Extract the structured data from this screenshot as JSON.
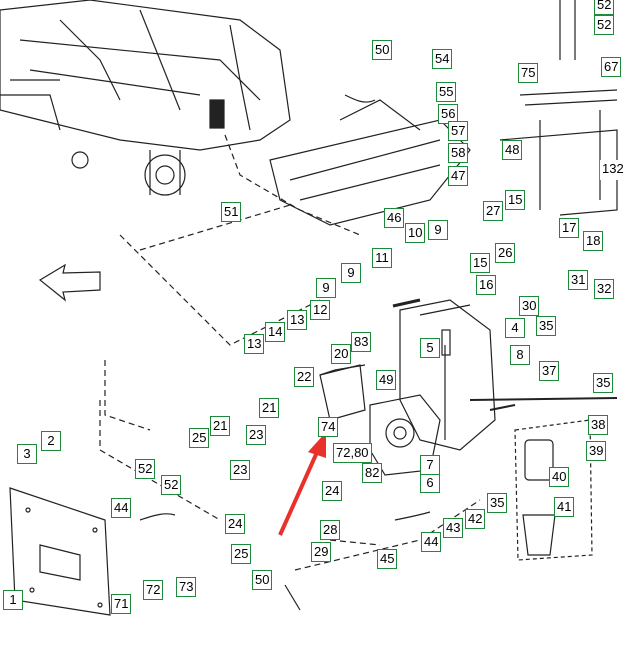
{
  "callouts": [
    {
      "n": "1"
    },
    {
      "n": "2"
    },
    {
      "n": "3"
    },
    {
      "n": "4"
    },
    {
      "n": "5"
    },
    {
      "n": "6"
    },
    {
      "n": "7"
    },
    {
      "n": "8"
    },
    {
      "n": "9"
    },
    {
      "n": "9"
    },
    {
      "n": "9"
    },
    {
      "n": "10"
    },
    {
      "n": "11"
    },
    {
      "n": "12"
    },
    {
      "n": "13"
    },
    {
      "n": "13"
    },
    {
      "n": "14"
    },
    {
      "n": "15"
    },
    {
      "n": "15"
    },
    {
      "n": "16"
    },
    {
      "n": "17"
    },
    {
      "n": "18"
    },
    {
      "n": "20"
    },
    {
      "n": "21"
    },
    {
      "n": "21"
    },
    {
      "n": "22"
    },
    {
      "n": "23"
    },
    {
      "n": "23"
    },
    {
      "n": "24"
    },
    {
      "n": "24"
    },
    {
      "n": "25"
    },
    {
      "n": "25"
    },
    {
      "n": "26"
    },
    {
      "n": "27"
    },
    {
      "n": "28"
    },
    {
      "n": "29"
    },
    {
      "n": "30"
    },
    {
      "n": "31"
    },
    {
      "n": "32"
    },
    {
      "n": "35"
    },
    {
      "n": "35"
    },
    {
      "n": "35"
    },
    {
      "n": "37"
    },
    {
      "n": "38"
    },
    {
      "n": "39"
    },
    {
      "n": "40"
    },
    {
      "n": "41"
    },
    {
      "n": "42"
    },
    {
      "n": "43"
    },
    {
      "n": "44"
    },
    {
      "n": "44"
    },
    {
      "n": "45"
    },
    {
      "n": "46"
    },
    {
      "n": "47"
    },
    {
      "n": "48"
    },
    {
      "n": "49"
    },
    {
      "n": "50"
    },
    {
      "n": "50"
    },
    {
      "n": "51"
    },
    {
      "n": "52"
    },
    {
      "n": "52"
    },
    {
      "n": "52"
    },
    {
      "n": "54"
    },
    {
      "n": "55"
    },
    {
      "n": "56"
    },
    {
      "n": "57"
    },
    {
      "n": "58"
    },
    {
      "n": "67"
    },
    {
      "n": "71"
    },
    {
      "n": "72"
    },
    {
      "n": "72,80"
    },
    {
      "n": "73"
    },
    {
      "n": "74"
    },
    {
      "n": "75"
    },
    {
      "n": "82"
    },
    {
      "n": "83"
    },
    {
      "n": "132"
    },
    {
      "n": "52"
    }
  ],
  "colors": {
    "callout_border": "#1d8a3a",
    "line": "#222222",
    "arrow": "#e8312a"
  }
}
